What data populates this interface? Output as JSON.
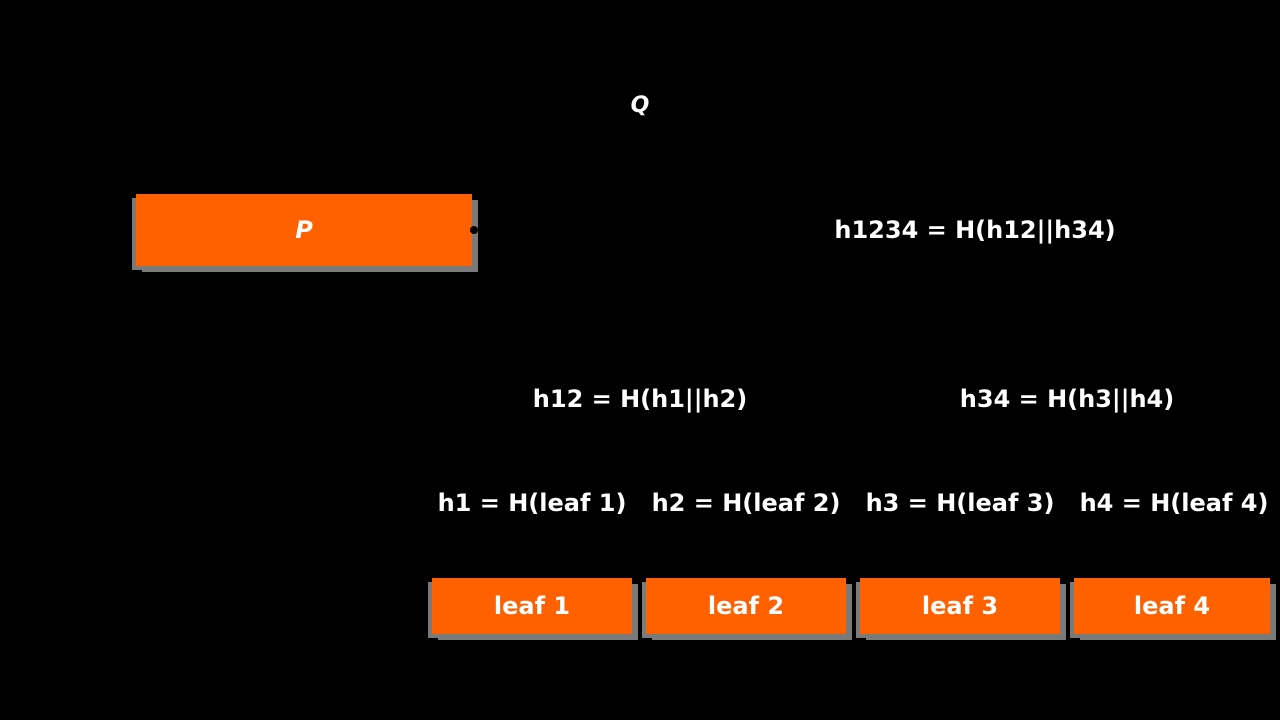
{
  "colors": {
    "background": "#000000",
    "node_fill": "#ff6000",
    "node_shadow": "#7a7a7a",
    "text": "#ffffff"
  },
  "diagram": {
    "top_label": "Q",
    "proof_box": "P",
    "root": "h1234 = H(h12||h34)",
    "level1": [
      "h12 = H(h1||h2)",
      "h34 = H(h3||h4)"
    ],
    "level2": [
      "h1 = H(leaf 1)",
      "h2 = H(leaf 2)",
      "h3 = H(leaf 3)",
      "h4 = H(leaf 4)"
    ],
    "leaves": [
      "leaf 1",
      "leaf 2",
      "leaf 3",
      "leaf 4"
    ]
  }
}
